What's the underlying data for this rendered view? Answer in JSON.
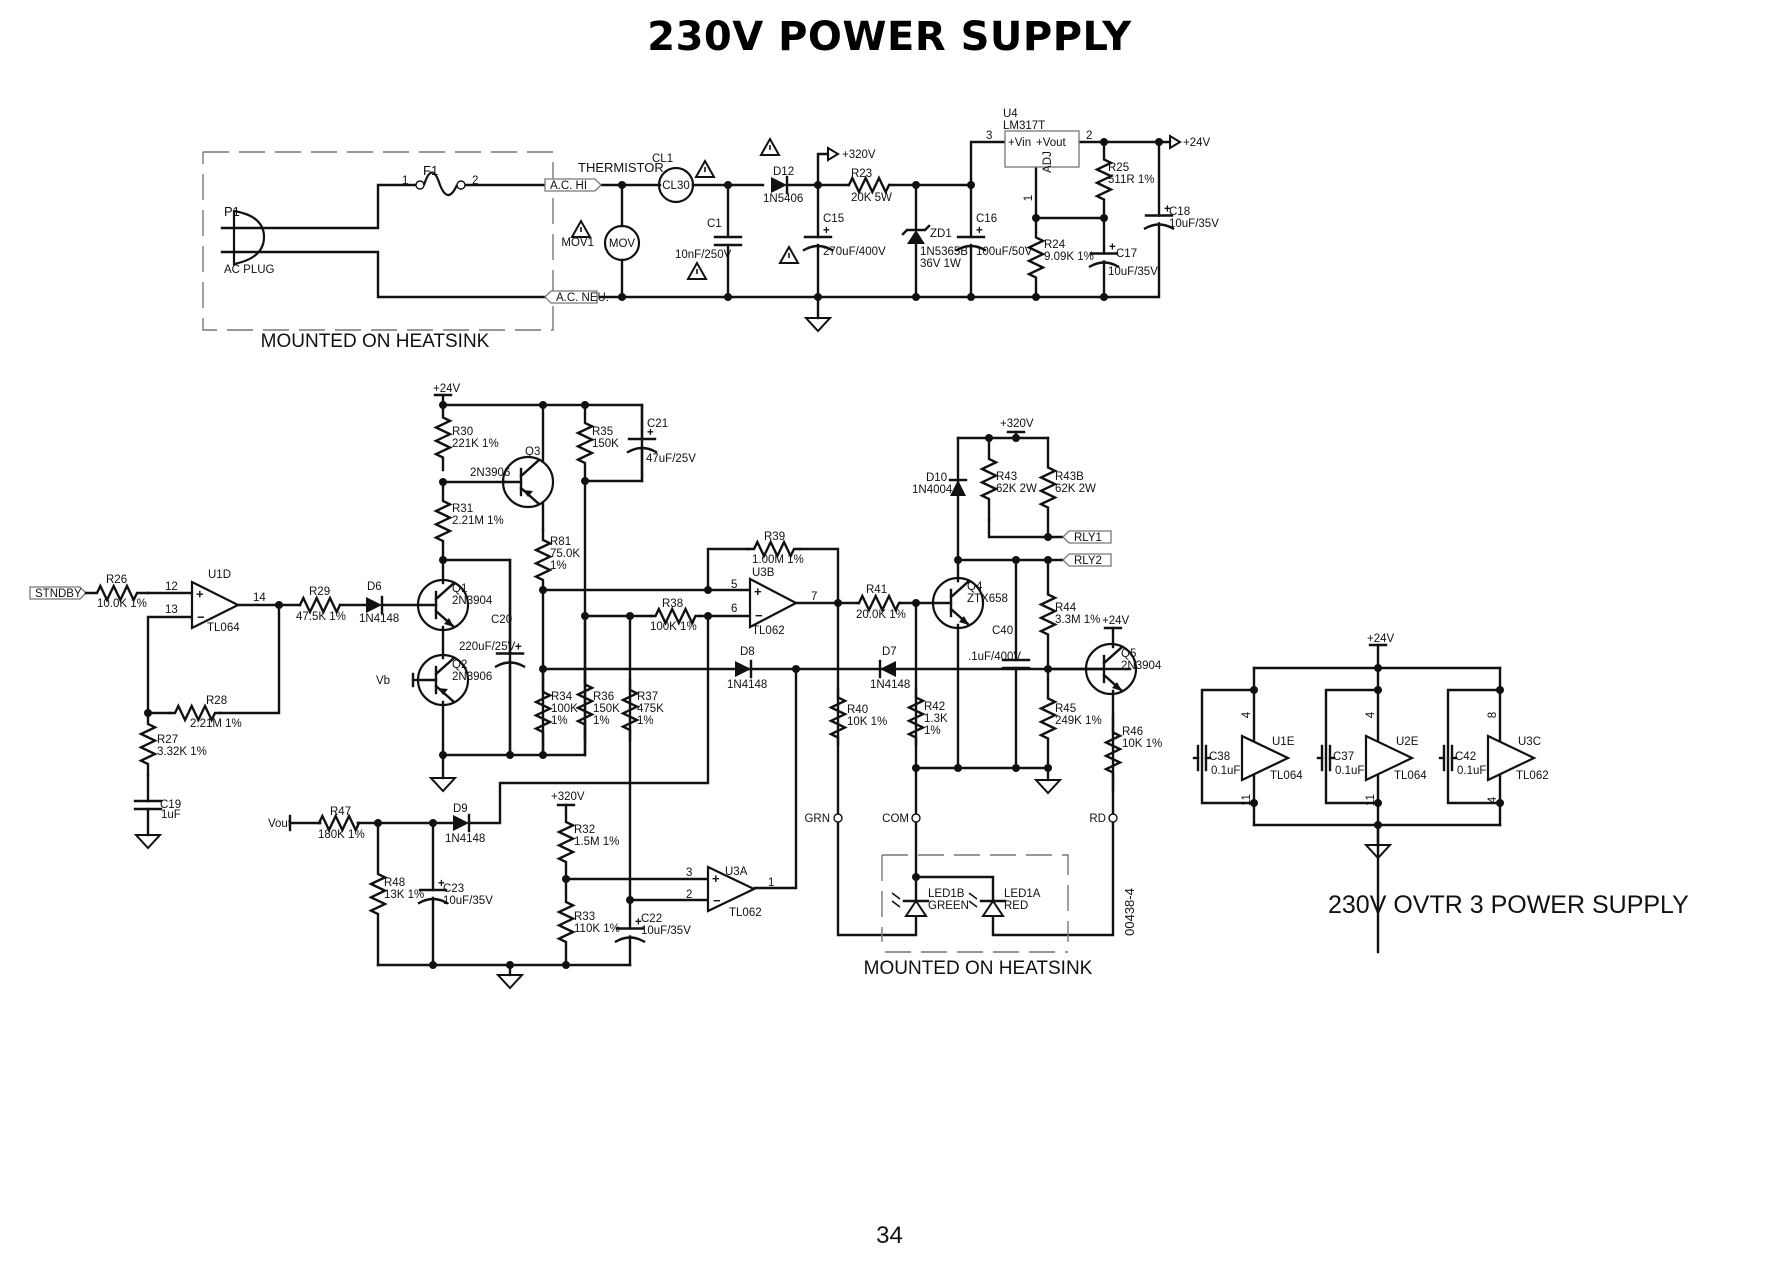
{
  "page": {
    "title": "230V POWER SUPPLY",
    "page_number": "34",
    "subtitle": "230V OVTR 3 POWER SUPPLY",
    "drawing_number": "00438-4"
  },
  "top_section": {
    "heatsink_label": "MOUNTED ON HEATSINK",
    "plug": {
      "ref": "P1",
      "name": "AC PLUG"
    },
    "fuse": {
      "ref": "F1",
      "pin1": "1",
      "pin2": "2"
    },
    "connectors": {
      "hi": "A.C. HI",
      "neu": "A.C. NEU."
    },
    "thermistor": {
      "label": "THERMISTOR",
      "ref": "CL1",
      "value": "CL30"
    },
    "mov": {
      "ref": "MOV1",
      "value": "MOV"
    },
    "c1": {
      "ref": "C1",
      "value": "10nF/250V"
    },
    "d12": {
      "ref": "D12",
      "value": "1N5406"
    },
    "c15": {
      "ref": "C15",
      "value": "270uF/400V"
    },
    "rail_320": "+320V",
    "r23": {
      "ref": "R23",
      "value": "20K 5W"
    },
    "zd1": {
      "ref": "ZD1",
      "value": "1N5365B",
      "value2": "36V 1W"
    },
    "c16": {
      "ref": "C16",
      "value": "100uF/50V"
    },
    "u4": {
      "ref": "U4",
      "part": "LM317T",
      "vin": "+Vin",
      "vout": "+Vout",
      "adj": "ADJ",
      "pin_in": "3",
      "pin_out": "2",
      "pin_adj": "1"
    },
    "r25": {
      "ref": "R25",
      "value": "511R 1%"
    },
    "r24": {
      "ref": "R24",
      "value": "9.09K 1%"
    },
    "c17": {
      "ref": "C17",
      "value": "10uF/35V"
    },
    "c18": {
      "ref": "C18",
      "value": "10uF/35V"
    },
    "rail_24": "+24V",
    "warning_symbol": "⚠"
  },
  "bottom_section": {
    "stndby": "STNDBY",
    "r26": {
      "ref": "R26",
      "value": "10.0K 1%"
    },
    "u1d": {
      "ref": "U1D",
      "part": "TL064",
      "pin_p": "12",
      "pin_n": "13",
      "pin_o": "14"
    },
    "r28": {
      "ref": "R28",
      "value": "2.21M 1%"
    },
    "r27": {
      "ref": "R27",
      "value": "3.32K 1%"
    },
    "c19": {
      "ref": "C19",
      "value": "1uF"
    },
    "r29": {
      "ref": "R29",
      "value": "47.5K 1%"
    },
    "d6": {
      "ref": "D6",
      "value": "1N4148"
    },
    "rail_24": "+24V",
    "r30": {
      "ref": "R30",
      "value": "221K 1%"
    },
    "r31": {
      "ref": "R31",
      "value": "2.21M 1%"
    },
    "q1": {
      "ref": "Q1",
      "part": "2N3904"
    },
    "q2": {
      "ref": "Q2",
      "part": "2N3906"
    },
    "vb": "Vb",
    "q3": {
      "ref": "Q3",
      "part": "2N3906"
    },
    "c20": {
      "ref": "C20",
      "value": "220uF/25V"
    },
    "r81": {
      "ref": "R81",
      "value": "75.0K",
      "tol": "1%"
    },
    "r35": {
      "ref": "R35",
      "value": "150K"
    },
    "c21": {
      "ref": "C21",
      "value": "47uF/25V"
    },
    "r34": {
      "ref": "R34",
      "value": "100K",
      "tol": "1%"
    },
    "r36": {
      "ref": "R36",
      "value": "150K",
      "tol": "1%"
    },
    "r37": {
      "ref": "R37",
      "value": "475K",
      "tol": "1%"
    },
    "r38": {
      "ref": "R38",
      "value": "100K 1%"
    },
    "r39": {
      "ref": "R39",
      "value": "1.00M 1%"
    },
    "u3b": {
      "ref": "U3B",
      "part": "TL062",
      "pin_p": "5",
      "pin_n": "6",
      "pin_o": "7"
    },
    "d8": {
      "ref": "D8",
      "value": "1N4148"
    },
    "d7": {
      "ref": "D7",
      "value": "1N4148"
    },
    "r41": {
      "ref": "R41",
      "value": "20.0K 1%"
    },
    "r40": {
      "ref": "R40",
      "value": "10K 1%"
    },
    "r42": {
      "ref": "R42",
      "value": "1.3K",
      "tol": "1%"
    },
    "rail_320": "+320V",
    "d10": {
      "ref": "D10",
      "value": "1N4004"
    },
    "r43": {
      "ref": "R43",
      "value": "62K 2W"
    },
    "r43b": {
      "ref": "R43B",
      "value": "62K 2W"
    },
    "rly1": "RLY1",
    "rly2": "RLY2",
    "q4": {
      "ref": "Q4",
      "part": "ZTX658"
    },
    "c40": {
      "ref": "C40",
      "value": ".1uF/400V"
    },
    "r44": {
      "ref": "R44",
      "value": "3.3M 1%"
    },
    "r45": {
      "ref": "R45",
      "value": "249K 1%"
    },
    "q5": {
      "ref": "Q5",
      "part": "2N3904"
    },
    "r46": {
      "ref": "R46",
      "value": "10K 1%"
    },
    "grn": "GRN",
    "com": "COM",
    "rd": "RD",
    "led1b": {
      "ref": "LED1B",
      "color": "GREEN"
    },
    "led1a": {
      "ref": "LED1A",
      "color": "RED"
    },
    "heatsink_label": "MOUNTED ON HEATSINK",
    "vout": "Vout",
    "r47": {
      "ref": "R47",
      "value": "180K 1%"
    },
    "d9": {
      "ref": "D9",
      "value": "1N4148"
    },
    "r48": {
      "ref": "R48",
      "value": "13K 1%"
    },
    "c23": {
      "ref": "C23",
      "value": "10uF/35V"
    },
    "r32": {
      "ref": "R32",
      "value": "1.5M 1%"
    },
    "r33": {
      "ref": "R33",
      "value": "110K 1%"
    },
    "c22": {
      "ref": "C22",
      "value": "10uF/35V"
    },
    "u3a": {
      "ref": "U3A",
      "part": "TL062",
      "pin_p": "3",
      "pin_n": "2",
      "pin_o": "1"
    }
  },
  "decoupling": {
    "rail_24": "+24V",
    "items": [
      {
        "cap": "C38",
        "cap_value": "0.1uF",
        "ref": "U1E",
        "part": "TL064",
        "pin_top": "4",
        "pin_bot": "11"
      },
      {
        "cap": "C37",
        "cap_value": "0.1uF",
        "ref": "U2E",
        "part": "TL064",
        "pin_top": "4",
        "pin_bot": "11"
      },
      {
        "cap": "C42",
        "cap_value": "0.1uF",
        "ref": "U3C",
        "part": "TL062",
        "pin_top": "8",
        "pin_bot": "4"
      }
    ]
  }
}
